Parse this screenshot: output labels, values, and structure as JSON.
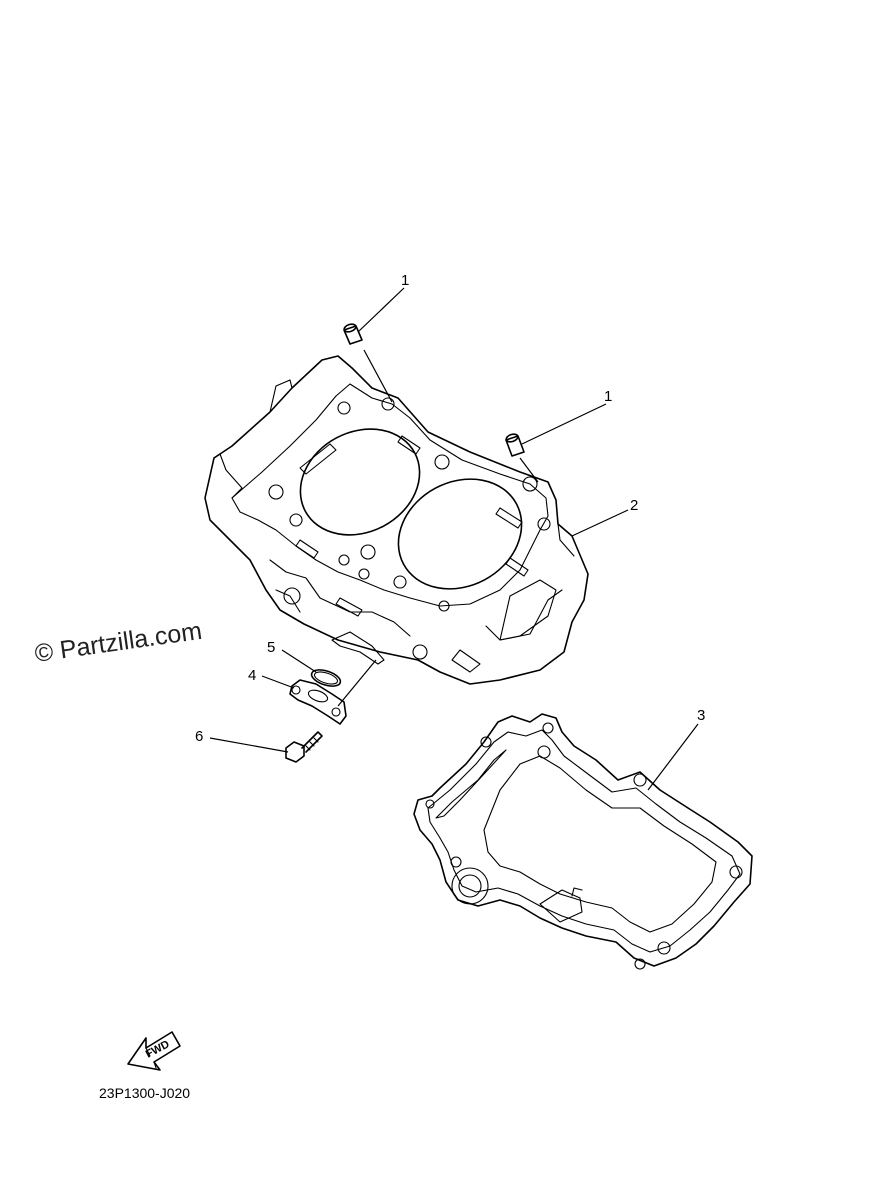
{
  "watermark": "© Partzilla.com",
  "diagram_code": "23P1300-J020",
  "direction_arrow": {
    "label": "FWD",
    "icon": "fwd-arrow-icon"
  },
  "callouts": [
    {
      "id": "callout-1a",
      "label": "1"
    },
    {
      "id": "callout-1b",
      "label": "1"
    },
    {
      "id": "callout-2",
      "label": "2"
    },
    {
      "id": "callout-3",
      "label": "3"
    },
    {
      "id": "callout-4",
      "label": "4"
    },
    {
      "id": "callout-5",
      "label": "5"
    },
    {
      "id": "callout-6",
      "label": "6"
    }
  ],
  "colors": {
    "ink": "#000000",
    "background": "#ffffff"
  }
}
